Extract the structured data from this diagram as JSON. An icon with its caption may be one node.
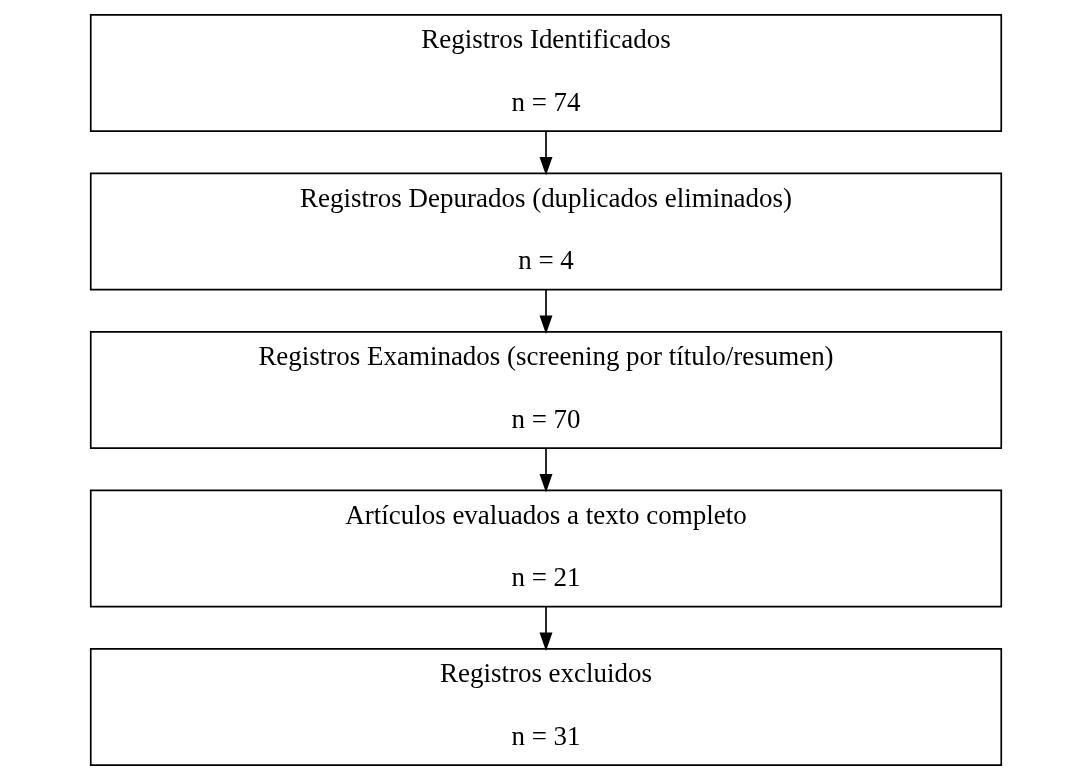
{
  "diagram": {
    "nodes": [
      {
        "text": [
          "Registros Identificados",
          "n = 74"
        ]
      },
      {
        "text": [
          "Registros Depurados (duplicados eliminados)",
          "n = 4"
        ]
      },
      {
        "text": [
          "Registros Examinados (screening por título/resumen)",
          "n = 70"
        ]
      },
      {
        "text": [
          "Artículos evaluados a texto completo",
          "n = 21"
        ]
      },
      {
        "text": [
          "Registros excluidos",
          "n = 31"
        ]
      }
    ],
    "edges": [
      {
        "from": 0,
        "to": 1,
        "arrow": "to"
      },
      {
        "from": 1,
        "to": 2,
        "arrow": "to"
      },
      {
        "from": 2,
        "to": 3,
        "arrow": "to"
      },
      {
        "from": 3,
        "to": 4,
        "arrow": "to"
      }
    ]
  }
}
